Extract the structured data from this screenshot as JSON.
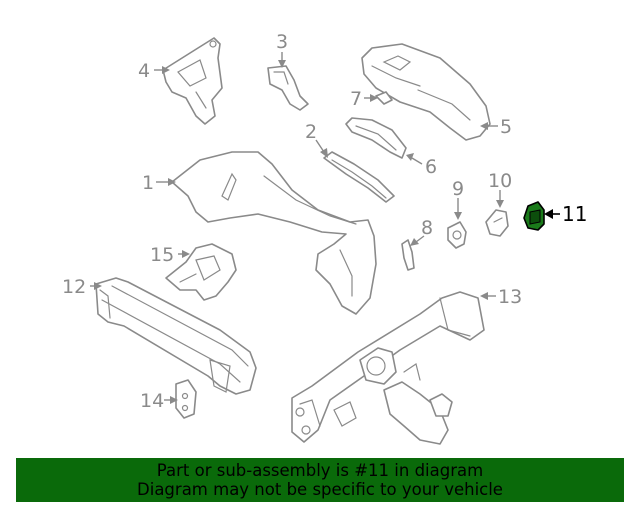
{
  "diagram": {
    "callouts": [
      {
        "id": "1",
        "label": "1"
      },
      {
        "id": "2",
        "label": "2"
      },
      {
        "id": "3",
        "label": "3"
      },
      {
        "id": "4",
        "label": "4"
      },
      {
        "id": "5",
        "label": "5"
      },
      {
        "id": "6",
        "label": "6"
      },
      {
        "id": "7",
        "label": "7"
      },
      {
        "id": "8",
        "label": "8"
      },
      {
        "id": "9",
        "label": "9"
      },
      {
        "id": "10",
        "label": "10"
      },
      {
        "id": "11",
        "label": "11"
      },
      {
        "id": "12",
        "label": "12"
      },
      {
        "id": "13",
        "label": "13"
      },
      {
        "id": "14",
        "label": "14"
      },
      {
        "id": "15",
        "label": "15"
      }
    ],
    "highlighted_part": "11",
    "highlight_color": "#1a7a1a",
    "line_color": "#8a8a8a"
  },
  "banner": {
    "line1": "Part or sub-assembly is #11 in diagram",
    "line2": "Diagram may not be specific to your vehicle",
    "background": "#0a6a0a"
  }
}
